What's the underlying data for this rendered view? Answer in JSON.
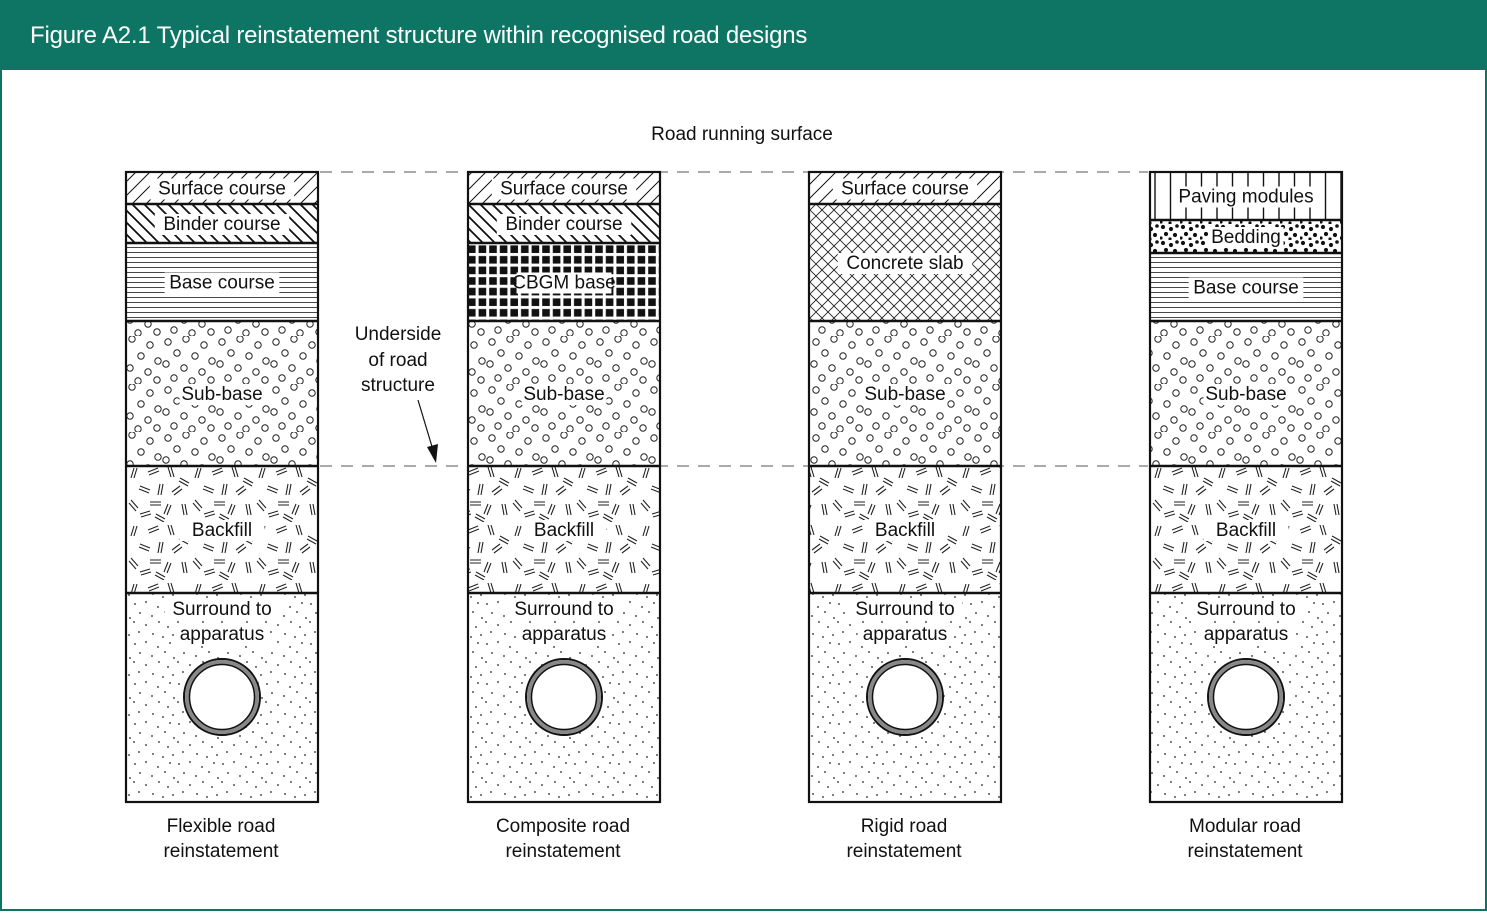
{
  "header": {
    "title": "Figure A2.1 Typical reinstatement structure within recognised road designs",
    "background_color": "#0e7565"
  },
  "annotations": {
    "road_running_surface": "Road running surface",
    "underside": [
      "Underside",
      "of road",
      "structure"
    ]
  },
  "columns": [
    {
      "id": "flexible",
      "caption": [
        "Flexible road",
        "reinstatement"
      ],
      "layers": [
        {
          "label": [
            "Surface course"
          ],
          "pattern": "hatch-right"
        },
        {
          "label": [
            "Binder course"
          ],
          "pattern": "hatch-left"
        },
        {
          "label": [
            "Base course"
          ],
          "pattern": "horizontal-lines"
        },
        {
          "label": [
            "Sub-base"
          ],
          "pattern": "circles"
        },
        {
          "label": [
            "Backfill"
          ],
          "pattern": "dashes"
        },
        {
          "label": [
            "Surround to",
            "apparatus"
          ],
          "pattern": "dots",
          "has_pipe": true
        }
      ]
    },
    {
      "id": "composite",
      "caption": [
        "Composite road",
        "reinstatement"
      ],
      "layers": [
        {
          "label": [
            "Surface course"
          ],
          "pattern": "hatch-right"
        },
        {
          "label": [
            "Binder course"
          ],
          "pattern": "hatch-left"
        },
        {
          "label": [
            "CBGM base"
          ],
          "pattern": "squares"
        },
        {
          "label": [
            "Sub-base"
          ],
          "pattern": "circles"
        },
        {
          "label": [
            "Backfill"
          ],
          "pattern": "dashes"
        },
        {
          "label": [
            "Surround to",
            "apparatus"
          ],
          "pattern": "dots",
          "has_pipe": true
        }
      ]
    },
    {
      "id": "rigid",
      "caption": [
        "Rigid road",
        "reinstatement"
      ],
      "layers": [
        {
          "label": [
            "Surface course"
          ],
          "pattern": "hatch-right"
        },
        {
          "label": [
            "Concrete slab"
          ],
          "pattern": "crosshatch"
        },
        {
          "label": [
            "Sub-base"
          ],
          "pattern": "circles"
        },
        {
          "label": [
            "Backfill"
          ],
          "pattern": "dashes"
        },
        {
          "label": [
            "Surround to",
            "apparatus"
          ],
          "pattern": "dots",
          "has_pipe": true
        }
      ]
    },
    {
      "id": "modular",
      "caption": [
        "Modular road",
        "reinstatement"
      ],
      "layers": [
        {
          "label": [
            "Paving modules"
          ],
          "pattern": "vertical-lines"
        },
        {
          "label": [
            "Bedding"
          ],
          "pattern": "bold-dots"
        },
        {
          "label": [
            "Base course"
          ],
          "pattern": "horizontal-lines"
        },
        {
          "label": [
            "Sub-base"
          ],
          "pattern": "circles"
        },
        {
          "label": [
            "Backfill"
          ],
          "pattern": "dashes"
        },
        {
          "label": [
            "Surround to",
            "apparatus"
          ],
          "pattern": "dots",
          "has_pipe": true
        }
      ]
    }
  ]
}
